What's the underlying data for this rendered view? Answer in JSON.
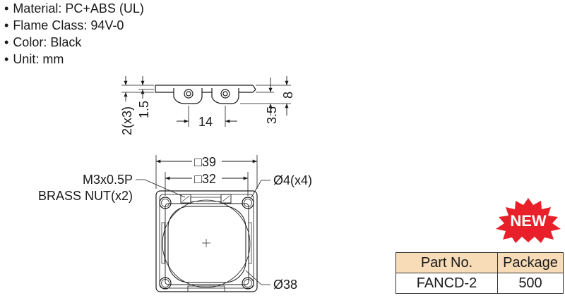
{
  "specs": [
    "Material: PC+ABS (UL)",
    "Flame Class: 94V-0",
    "Color: Black",
    "Unit: mm"
  ],
  "side_view": {
    "dim_left_outer": "2(x3)",
    "dim_left_inner": "1.5",
    "dim_center": "14",
    "dim_right_inner": "3.5",
    "dim_right_outer": "8"
  },
  "front_view": {
    "dim_outer": "□39",
    "dim_inner": "□32",
    "callout_nut_line1": "M3x0.5P",
    "callout_nut_line2": "BRASS  NUT(x2)",
    "callout_hole": "Ø4(x4)",
    "callout_diameter": "Ø38"
  },
  "badge": {
    "text": "NEW",
    "color": "#e8202a"
  },
  "parts_table": {
    "headers": [
      "Part No.",
      "Package"
    ],
    "rows": [
      [
        "FANCD-2",
        "500"
      ]
    ],
    "header_color": "#f8dcb8"
  }
}
